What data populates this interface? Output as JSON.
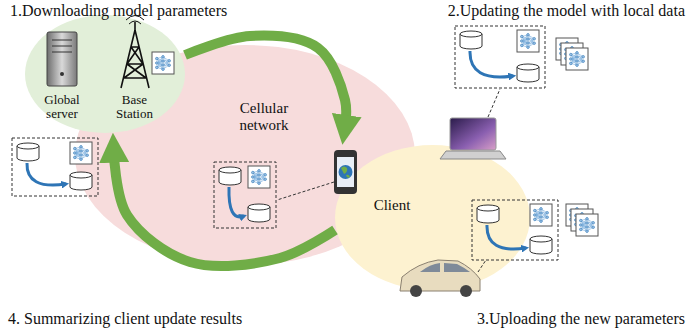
{
  "diagram": {
    "nodes": [
      {
        "text": [
          "Global server",
          "Base Station"
        ]
      },
      {
        "text": [
          "Cellular network"
        ]
      },
      {
        "text": [
          "Client"
        ]
      }
    ],
    "edges": [
      {
        "from": 0,
        "to": 2,
        "arrow": "to"
      },
      {
        "from": 2,
        "to": 0,
        "arrow": "to"
      }
    ],
    "labels": [
      "1.Downloading model parameters",
      "2.Updating the model with local data",
      "4. Summarizing client update results",
      "3.Uploading the new parameters"
    ]
  }
}
